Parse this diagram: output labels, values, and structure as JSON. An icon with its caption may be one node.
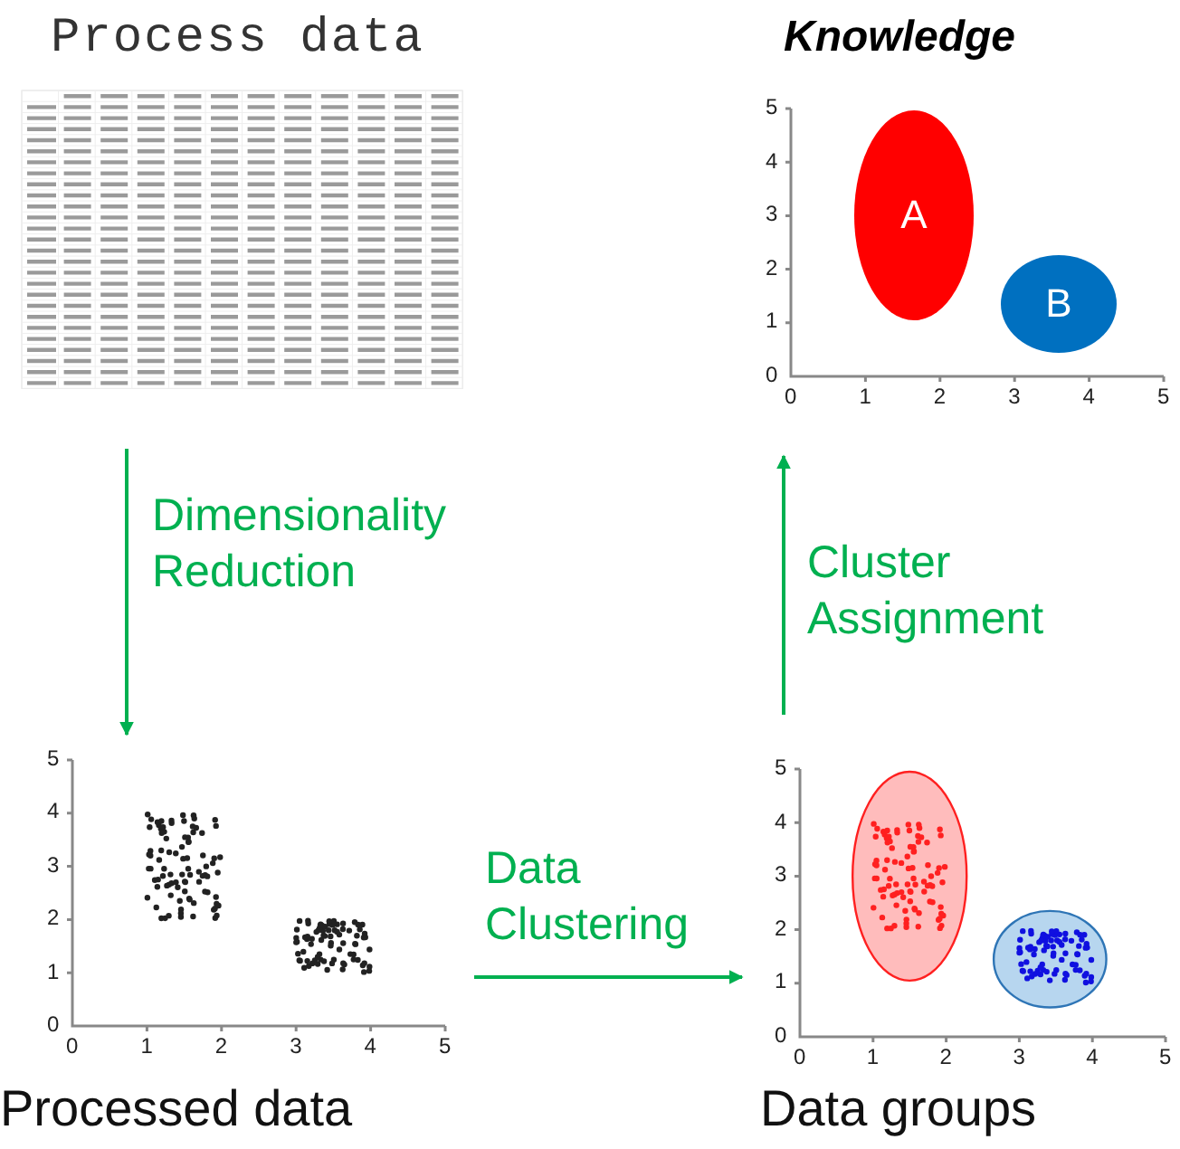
{
  "diagram": {
    "nodes": [
      {
        "text": [
          "Process data"
        ]
      },
      {
        "text": [
          "Knowledge"
        ]
      },
      {
        "text": [
          "A"
        ],
        "in": 1
      },
      {
        "text": [
          "B"
        ],
        "in": 1
      },
      {
        "text": [
          "Processed data"
        ]
      },
      {
        "text": [
          "Data groups"
        ]
      }
    ],
    "edges": [
      {
        "from": 0,
        "to": 4,
        "arrow": "to",
        "label": "Dimensionality Reduction"
      },
      {
        "from": 4,
        "to": 5,
        "arrow": "to",
        "label": "Data Clustering"
      },
      {
        "from": 5,
        "to": 1,
        "arrow": "to",
        "label": "Cluster Assignment"
      }
    ],
    "labels": [
      "5",
      "4",
      "3",
      "2",
      "1",
      "0",
      "0",
      "1",
      "2",
      "3",
      "4",
      "5",
      "5",
      "4",
      "3",
      "2",
      "1",
      "0",
      "0",
      "1",
      "2",
      "3",
      "4",
      "5",
      "5",
      "4",
      "3",
      "2",
      "1",
      "0",
      "0",
      "1",
      "2",
      "3",
      "4",
      "5"
    ]
  }
}
